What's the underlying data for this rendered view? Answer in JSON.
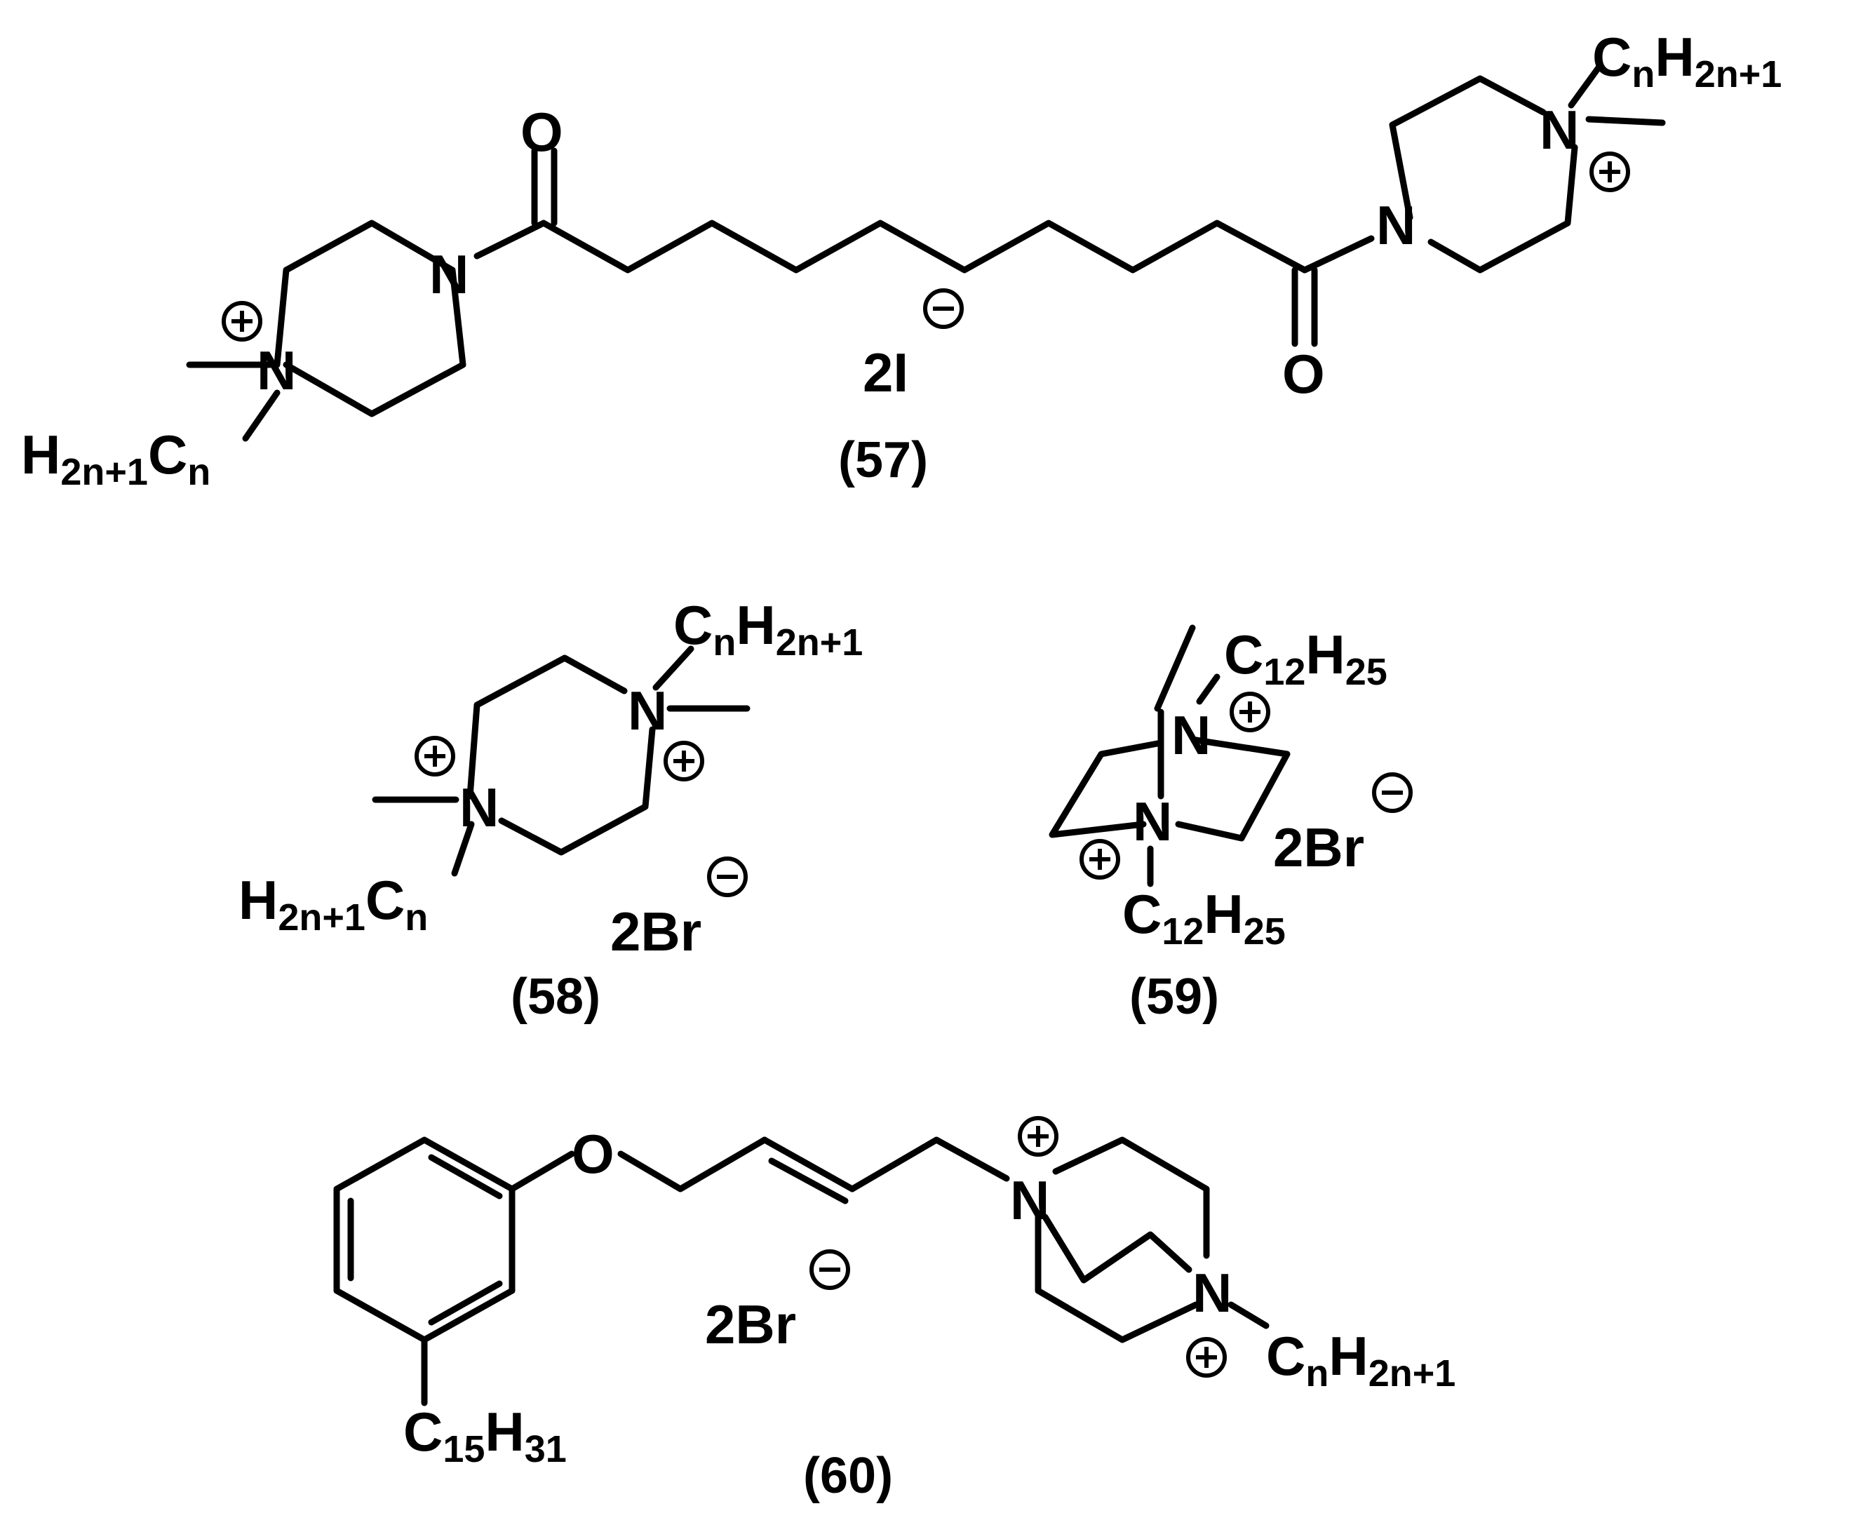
{
  "atoms": {
    "n": "N",
    "o": "O",
    "c": "C",
    "h": "H",
    "iodide": "I",
    "bromide": "Br"
  },
  "subscripts": {
    "n": "n",
    "two_n_plus_1": "2n+1",
    "twelve": "12",
    "twentyfive": "25",
    "fifteen": "15",
    "thirtyone": "31"
  },
  "coefficients": {
    "two": "2"
  },
  "compounds": [
    {
      "id": "57",
      "label": "(57)",
      "counterion": "2I"
    },
    {
      "id": "58",
      "label": "(58)",
      "counterion": "2Br"
    },
    {
      "id": "59",
      "label": "(59)",
      "counterion": "2Br"
    },
    {
      "id": "60",
      "label": "(60)",
      "counterion": "2Br"
    }
  ]
}
